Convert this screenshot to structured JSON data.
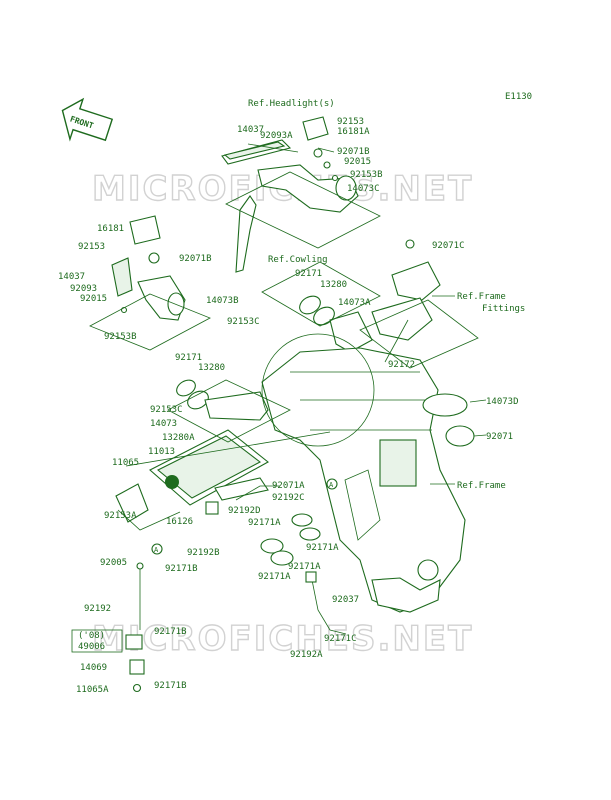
{
  "diagram_code": "E1130",
  "front_badge": "FRONT",
  "watermark": [
    "MICROFICHES.NET",
    "MICROFICHES.NET"
  ],
  "refs": [
    "Ref.Headlight(s)",
    "Ref.Cowling",
    "Ref.Frame",
    "Fittings",
    "Ref.Frame"
  ],
  "circle_markers": [
    "A",
    "A"
  ],
  "labels": [
    "14037",
    "92093A",
    "92153",
    "16181A",
    "92071B",
    "92015",
    "92153B",
    "14073C",
    "16181",
    "92153",
    "92071B",
    "14037",
    "92093",
    "92015",
    "14073B",
    "92153B",
    "92071C",
    "92171",
    "13280",
    "14073A",
    "92153C",
    "92172",
    "92171",
    "13280",
    "92153C",
    "14073",
    "14073D",
    "92071",
    "13280A",
    "11013",
    "11065",
    "92071A",
    "92192C",
    "92153A",
    "16126",
    "92192D",
    "92171A",
    "92171A",
    "92192B",
    "92171A",
    "92171A",
    "92005",
    "92171B",
    "92192",
    "92171B",
    "('08)",
    "49006",
    "14069",
    "11065A",
    "92171B",
    "92037",
    "92171C",
    "92192A"
  ]
}
